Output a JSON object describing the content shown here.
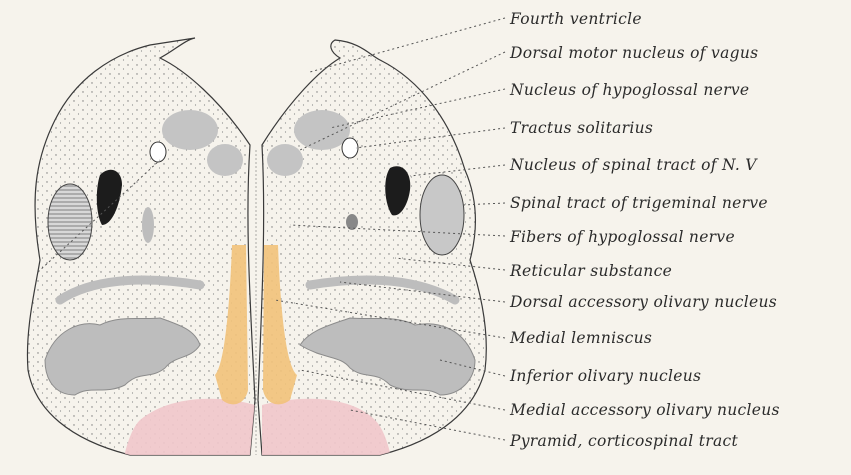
{
  "labels": [
    "Fourth ventricle",
    "Dorsal motor nucleus of vagus",
    "Nucleus of hypoglossal nerve",
    "Tractus solitarius",
    "Nucleus of spinal tract of N. V",
    "Spinal tract of trigeminal nerve",
    "Fibers of hypoglossal nerve",
    "Reticular substance",
    "Dorsal accessory olivary nucleus",
    "Medial lemniscus",
    "Inferior olivary nucleus",
    "Medial accessory olivary nucleus",
    "Pyramid, corticospinal tract"
  ],
  "colors": {
    "background": "#f6f3ec",
    "outline": "#3a3a3a",
    "gray_nuclei": "#bdbdbd",
    "dark_nucleus": "#1c1c1c",
    "medial_lemniscus": "#f2c27a",
    "pyramid": "#f1c6cb"
  }
}
